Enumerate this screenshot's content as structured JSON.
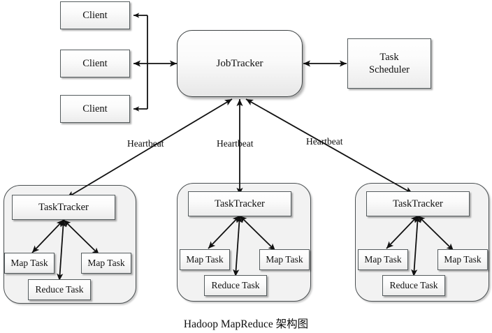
{
  "diagram": {
    "caption": "Hadoop MapReduce 架构图",
    "background_color": "#ffffff",
    "line_color": "#111111",
    "node_border_color": "#555c5e",
    "rack_fill_color": "#f2f2f2"
  },
  "clients": [
    {
      "label": "Client"
    },
    {
      "label": "Client"
    },
    {
      "label": "Client"
    }
  ],
  "master": {
    "jobtracker_label": "JobTracker",
    "scheduler_label_line1": "Task",
    "scheduler_label_line2": "Scheduler"
  },
  "edge_labels": {
    "heartbeat_left": "Heartbeat",
    "heartbeat_middle": "Heartbeat",
    "heartbeat_right": "Heartbeat"
  },
  "racks": [
    {
      "tracker_label": "TaskTracker",
      "map_task_left": "Map Task",
      "map_task_right": "Map Task",
      "reduce_task": "Reduce Task"
    },
    {
      "tracker_label": "TaskTracker",
      "map_task_left": "Map Task",
      "map_task_right": "Map Task",
      "reduce_task": "Reduce Task"
    },
    {
      "tracker_label": "TaskTracker",
      "map_task_left": "Map Task",
      "map_task_right": "Map Task",
      "reduce_task": "Reduce Task"
    }
  ]
}
